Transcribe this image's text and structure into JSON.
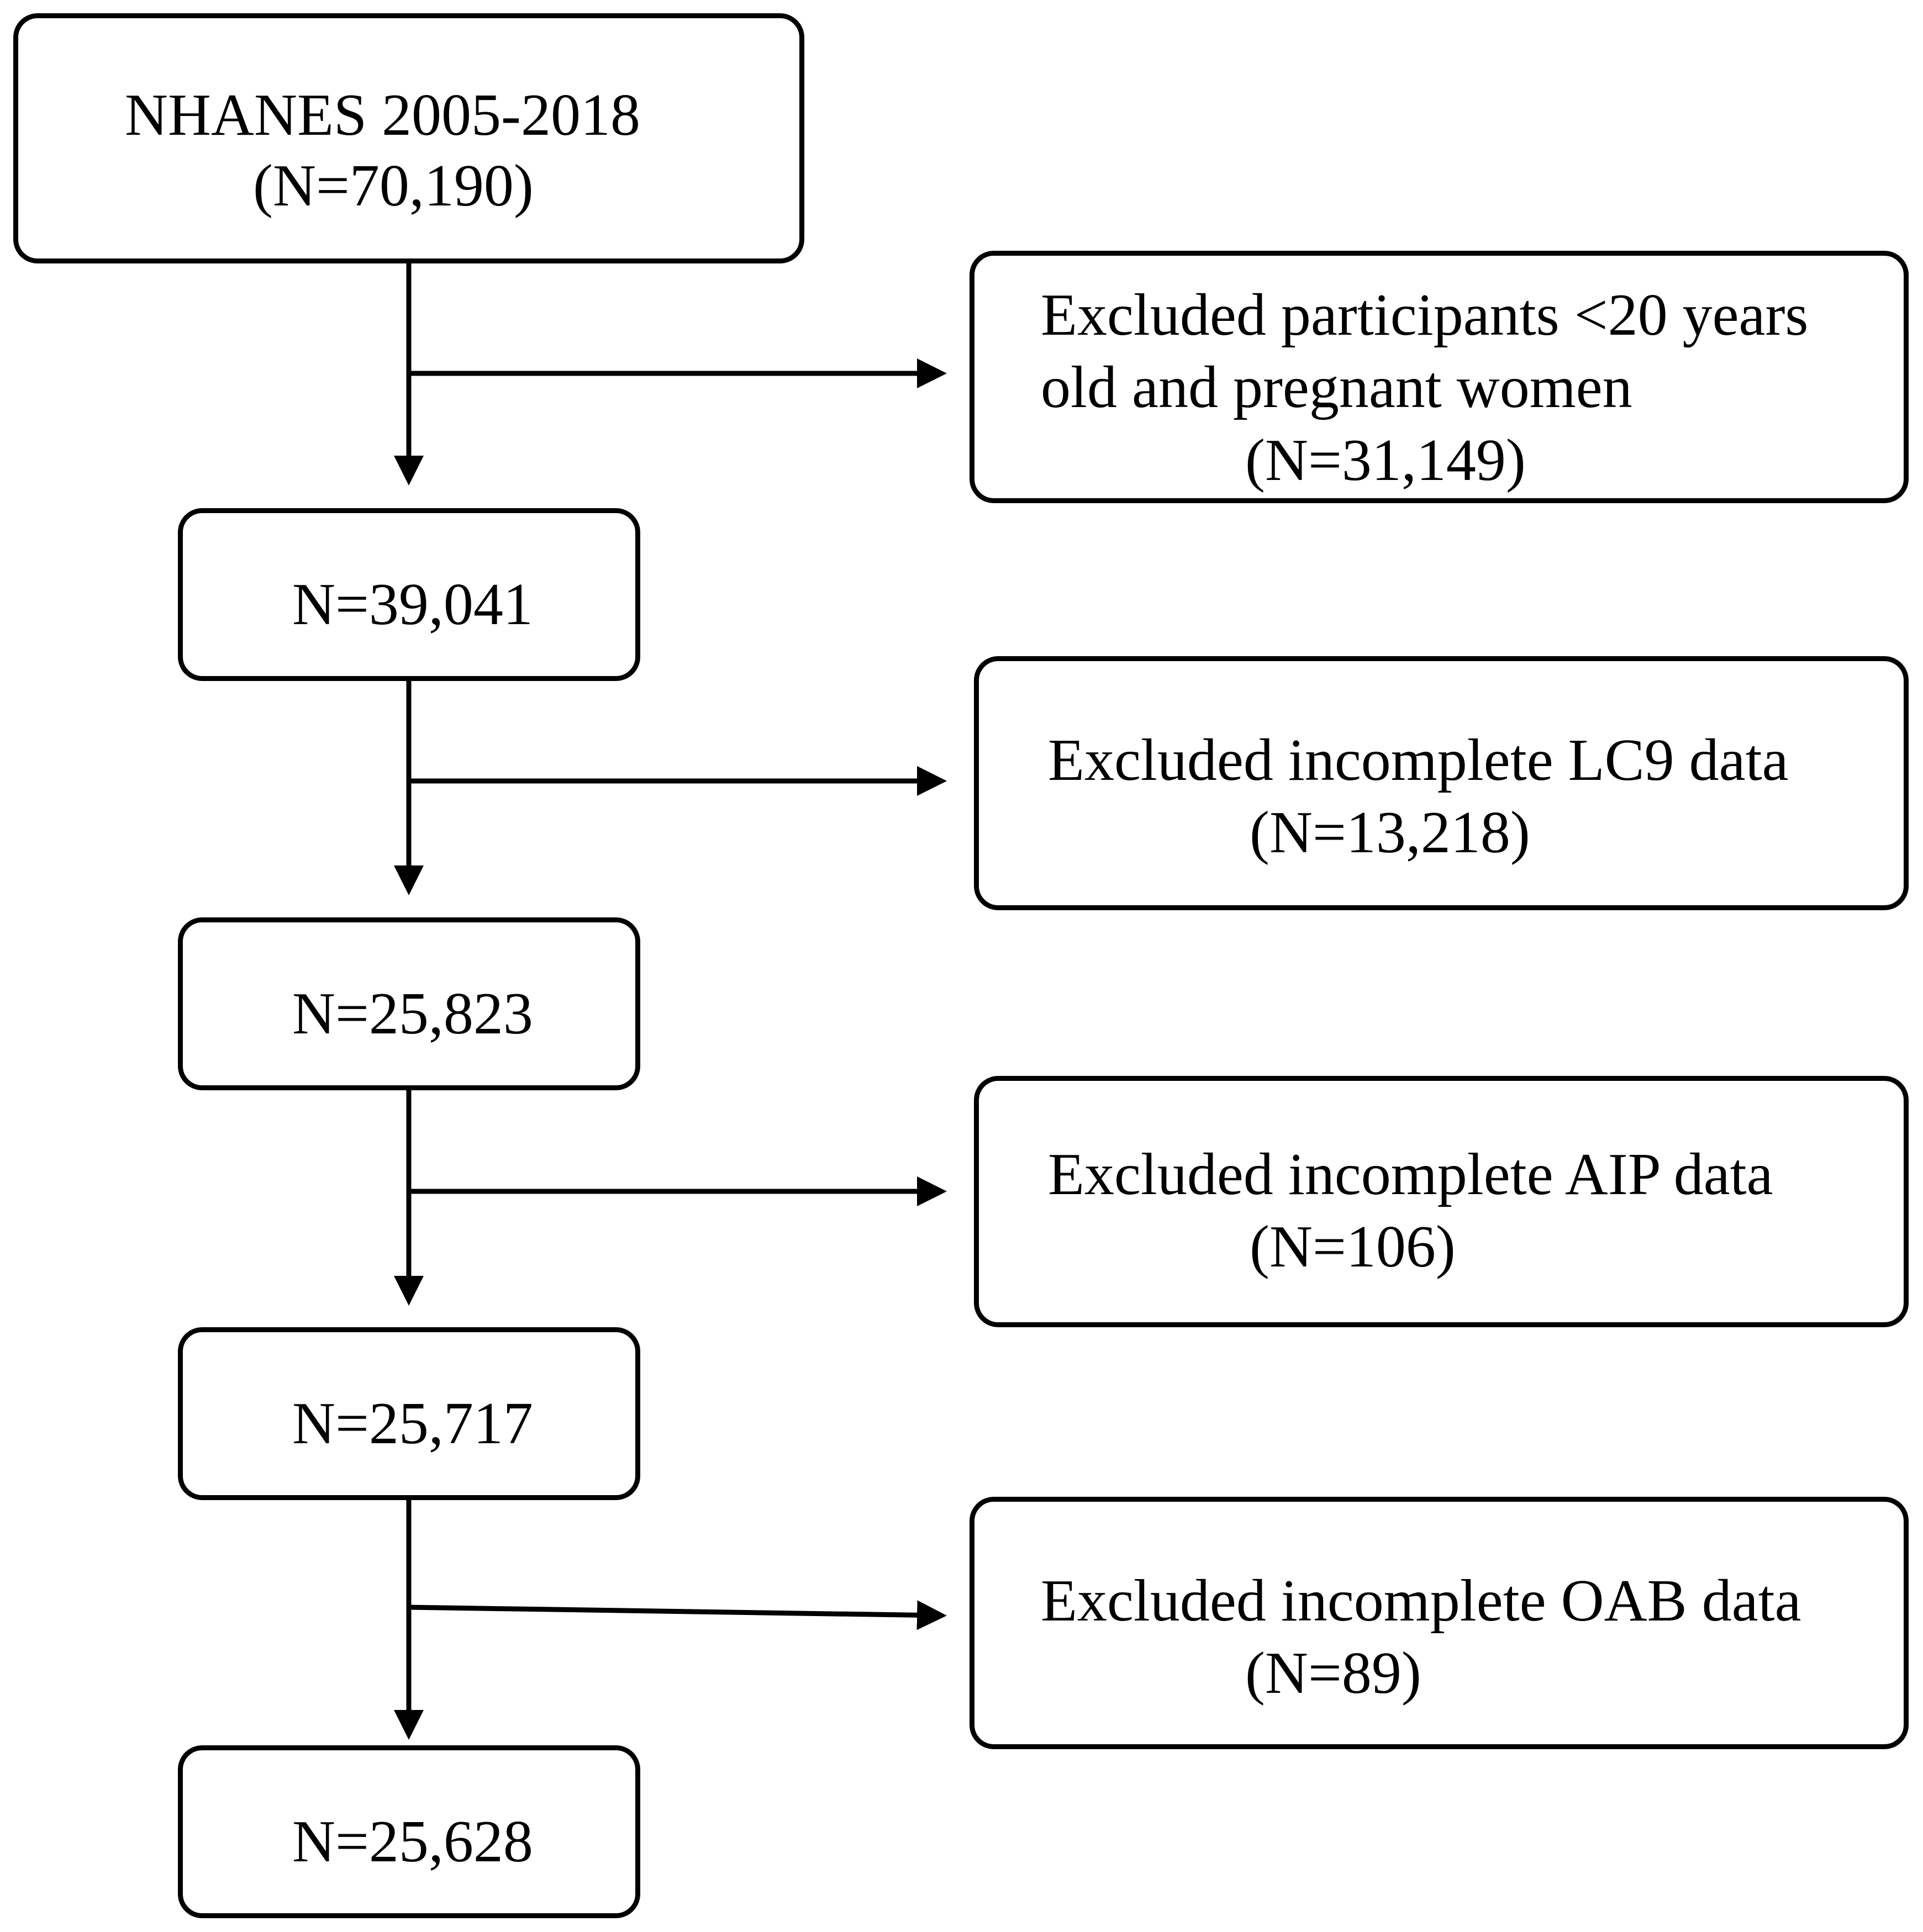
{
  "flow": {
    "start": {
      "title": "NHANES 2005-2018",
      "count": "(N=70,190)"
    },
    "exclusions": [
      {
        "line1": "Excluded participants <20 years",
        "line2": "old and pregnant women",
        "count": "(N=31,149)"
      },
      {
        "line1": "Excluded incomplete LC9 data",
        "count": "(N=13,218)"
      },
      {
        "line1": "Excluded incomplete AIP data",
        "count": "(N=106)"
      },
      {
        "line1": "Excluded incomplete OAB data",
        "count": "(N=89)"
      }
    ],
    "remaining": [
      "N=39,041",
      "N=25,823",
      "N=25,717",
      "N=25,628"
    ]
  }
}
